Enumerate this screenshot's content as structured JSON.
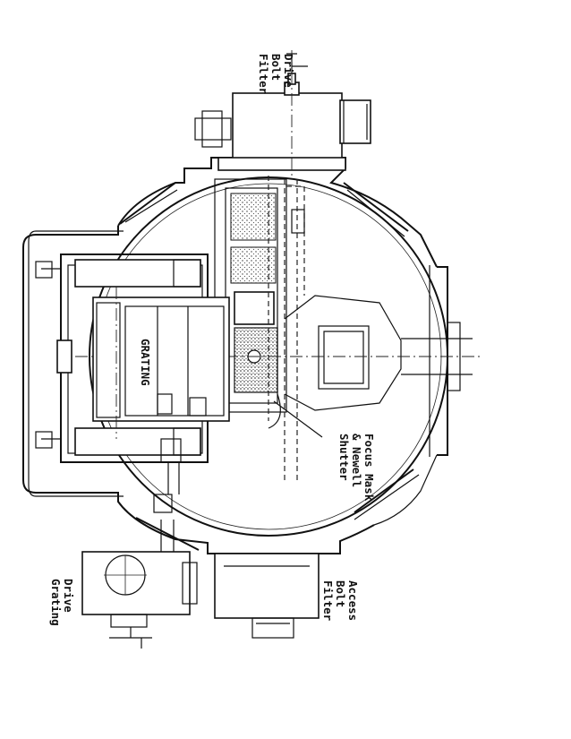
{
  "labels": {
    "filter_bolt_drive": [
      "Filter",
      "Bolt",
      "Drive"
    ],
    "grating": "GRATING",
    "shutter": [
      "Shutter",
      "& Newell",
      "Focus Mask"
    ],
    "filter_bolt_access": [
      "Filter",
      "Bolt",
      "Access"
    ],
    "grating_drive": [
      "Grating",
      "Drive"
    ]
  }
}
